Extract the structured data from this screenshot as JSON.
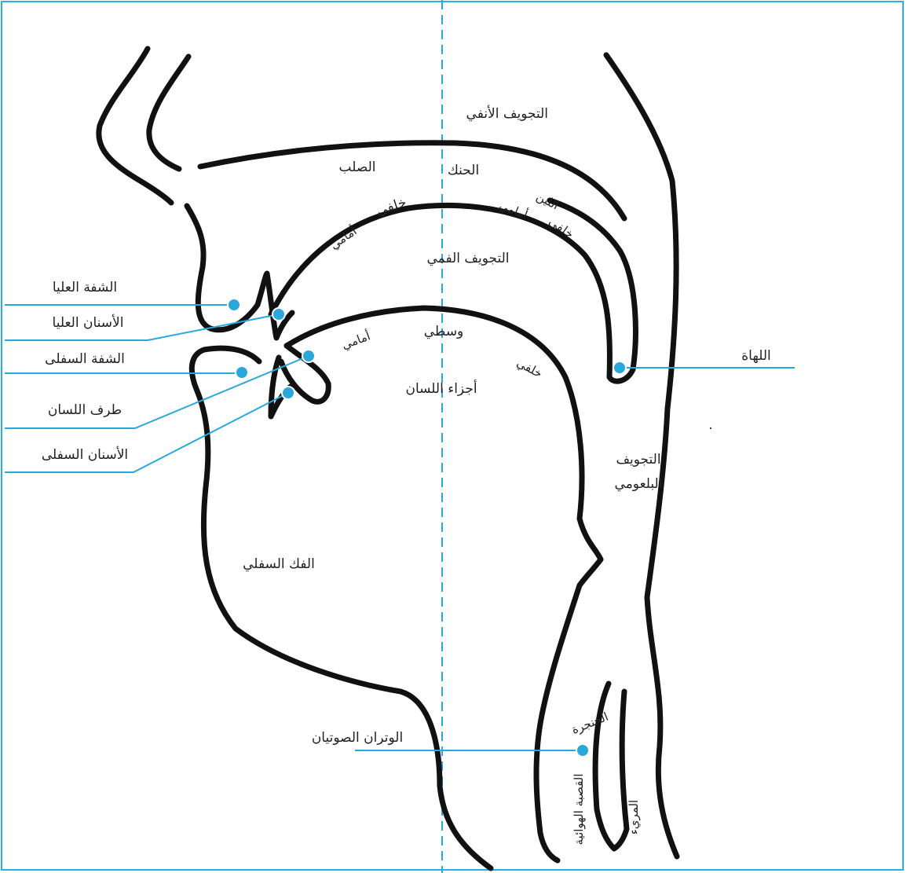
{
  "colors": {
    "accent": "#2aa8dc",
    "outline": "#111111",
    "text": "#222222"
  },
  "labels": {
    "nasal_cavity": "التجويف الأنفي",
    "hard_palate": "الصلب",
    "palate": "الحنك",
    "soft_palate": "اللين",
    "front": "أمامي",
    "back": "خلفي",
    "oral_cavity": "التجويف الفمي",
    "middle": "وسطي",
    "tongue_parts": "أجزاء اللسان",
    "pharyngeal_cavity_1": "التجويف",
    "pharyngeal_cavity_2": "البلعومي",
    "lower_jaw": "الفك السفلي",
    "larynx": "الحنجرة",
    "trachea": "القصبة الهوائية",
    "esophagus": "المريء"
  },
  "callouts": {
    "upper_lip": "الشفة العليا",
    "upper_teeth": "الأسنان العليا",
    "lower_lip": "الشفة السفلى",
    "tongue_tip": "طرف اللسان",
    "lower_teeth": "الأسنان السفلى",
    "uvula": "اللهاة",
    "vocal_cords": "الوتران الصوتيان"
  }
}
